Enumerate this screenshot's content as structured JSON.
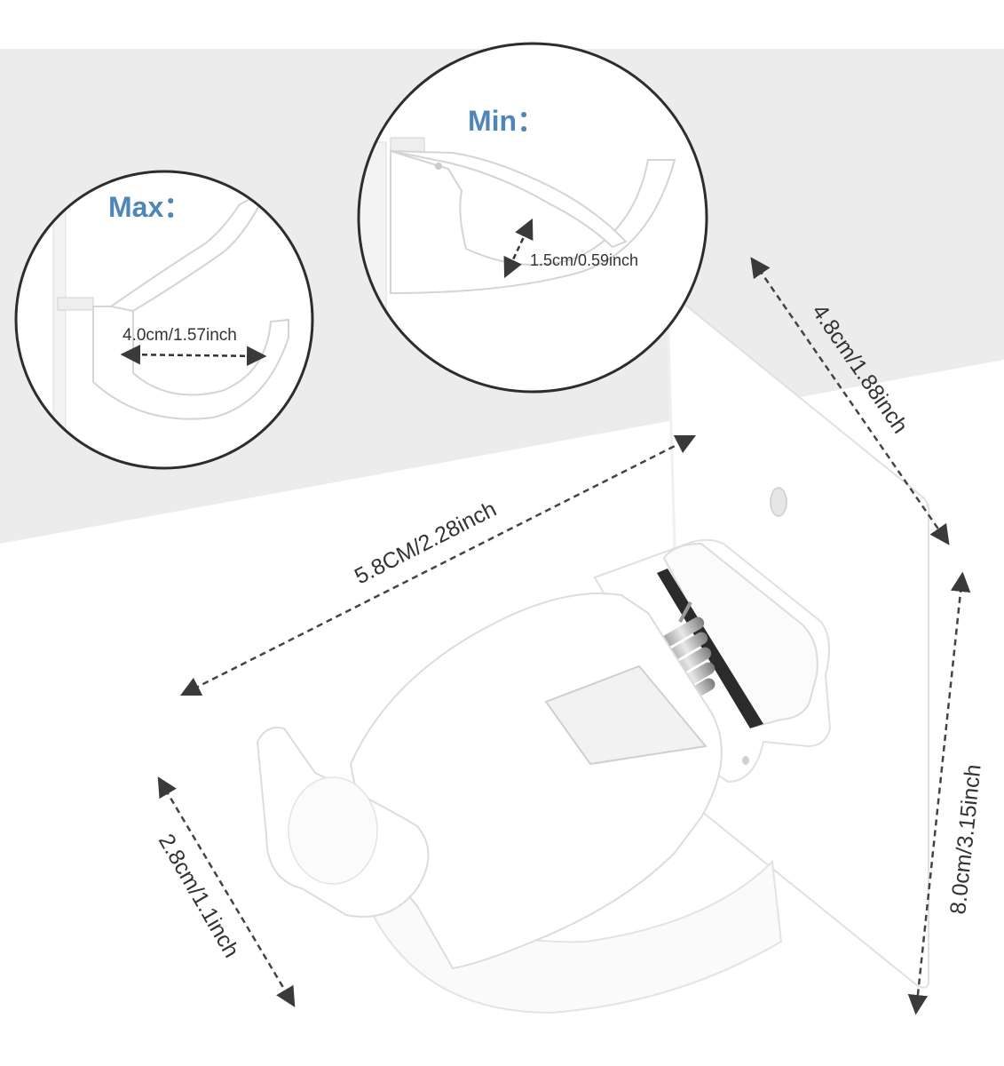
{
  "max_view": {
    "title": "Max：",
    "measurement": "4.0cm/1.57inch"
  },
  "min_view": {
    "title": "Min：",
    "measurement": "1.5cm/0.59inch"
  },
  "dimensions": {
    "length": "5.8CM/2.28inch",
    "plate_width": "4.8cm/1.88inch",
    "height": "8.0cm/3.15inch",
    "clamp_width": "2.8cm/1.1inch"
  },
  "colors": {
    "title_blue": "#4f86b8",
    "background_gray": "#ececec",
    "product_white": "#ffffff",
    "dimension_line": "#444444"
  }
}
